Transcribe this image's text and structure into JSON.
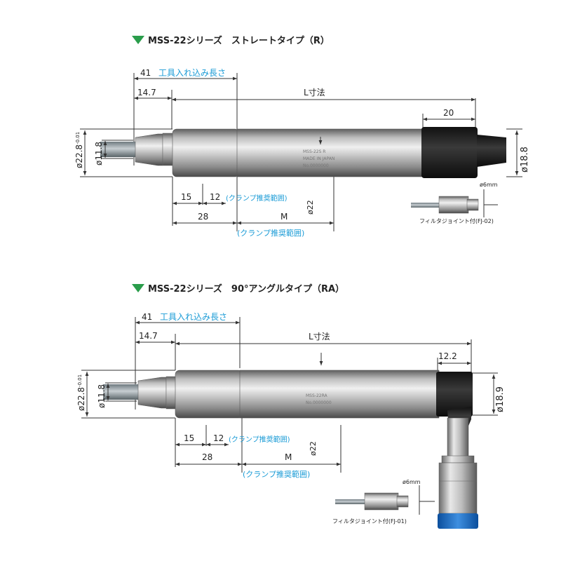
{
  "colors": {
    "accent_triangle": "#2a9d4b",
    "callout_blue": "#1a9bd6",
    "text": "#222222"
  },
  "top": {
    "title": "MSS-22シリーズ　ストレートタイプ（R）",
    "dim_41": "41",
    "tool_insert_label": "工具入れ込み長さ",
    "dim_14_7": "14.7",
    "dim_L": "L寸法",
    "dim_20": "20",
    "dim_dia_22_8": "ø22.8",
    "dim_dia_22_8_tol": "-0.01",
    "dim_dia_11_8": "ø11.8",
    "dim_dia_18_8": "ø18.8",
    "dim_15": "15",
    "dim_12": "12",
    "clamp_label_1": "(クランプ推奨範囲)",
    "dim_dia_22_vert": "ø22",
    "dim_28": "28",
    "dim_M": "M",
    "clamp_label_2": "(クランプ推奨範囲)",
    "hose_dia": "ø6mm",
    "filter_label": "フィルタジョイント付(FJ-02)",
    "body_text_1": "MSS-22S R",
    "body_text_2": "MADE IN JAPAN",
    "body_text_3": "No.0000000"
  },
  "bottom": {
    "title": "MSS-22シリーズ　90°アングルタイプ（RA）",
    "dim_41": "41",
    "tool_insert_label": "工具入れ込み長さ",
    "dim_14_7": "14.7",
    "dim_L": "L寸法",
    "dim_12_2": "12.2",
    "dim_dia_22_8": "ø22.8",
    "dim_dia_22_8_tol": "-0.01",
    "dim_dia_11_8": "ø11.8",
    "dim_dia_18_9": "ø18.9",
    "dim_15": "15",
    "dim_12": "12",
    "clamp_label_1": "(クランプ推奨範囲)",
    "dim_dia_22_vert": "ø22",
    "dim_28": "28",
    "dim_M": "M",
    "clamp_label_2": "(クランプ推奨範囲)",
    "hose_dia": "ø6mm",
    "filter_label": "フィルタジョイント付(FJ-01)",
    "body_text_1": "MSS-22RA",
    "body_text_2": "No.0000000"
  }
}
